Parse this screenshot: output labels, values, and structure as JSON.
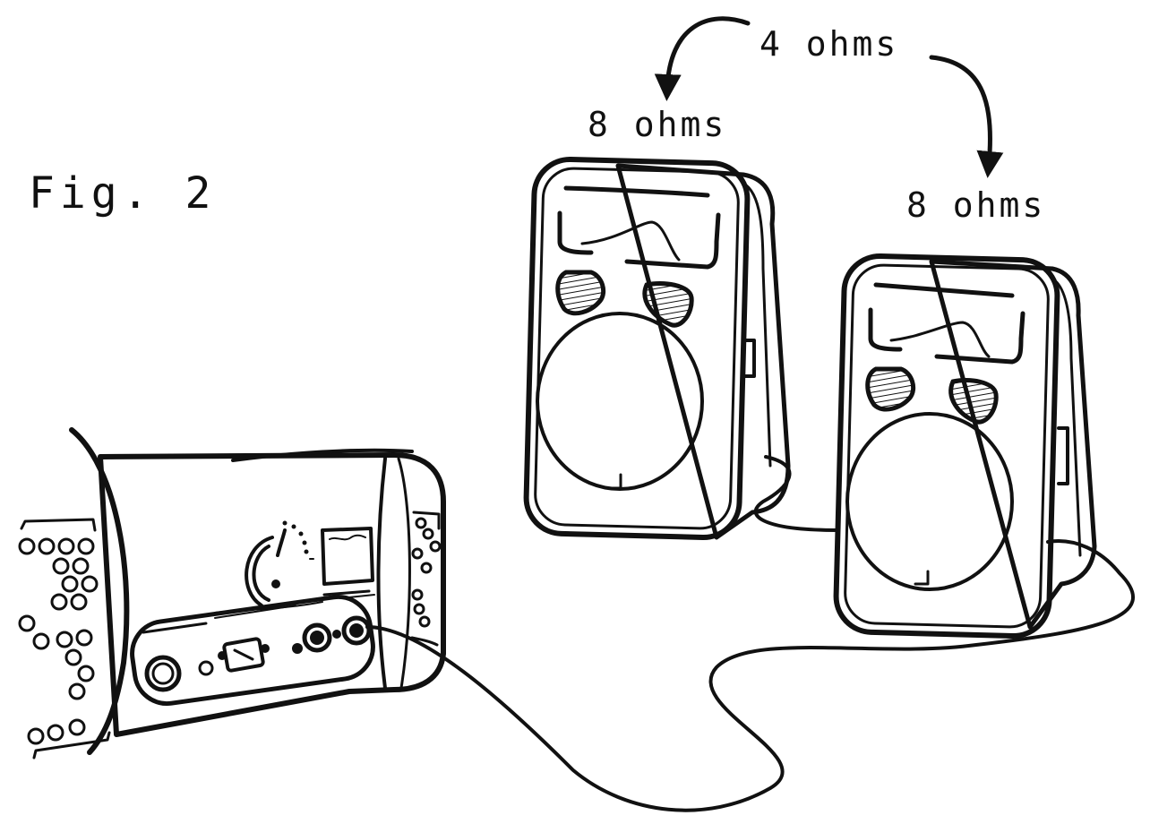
{
  "figure": {
    "title": "Fig. 2"
  },
  "labels": {
    "combined_load": "4 ohms",
    "speaker_left": "8 ohms",
    "speaker_right": "8 ohms"
  },
  "colors": {
    "ink": "#111111",
    "background": "#ffffff"
  },
  "icons": {
    "amplifier": "amplifier-head-icon",
    "speaker": "speaker-cabinet-icon",
    "arrow": "curved-arrow-icon"
  }
}
